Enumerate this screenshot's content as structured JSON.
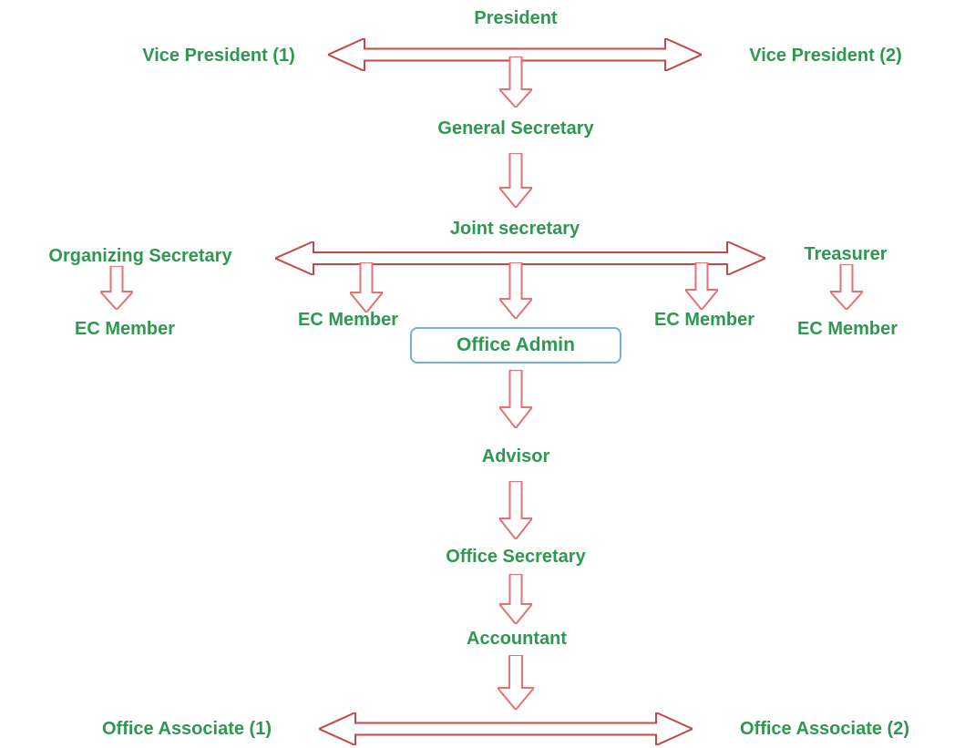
{
  "diagram": {
    "type": "organization-hierarchy-flowchart",
    "nodes": {
      "president": "President",
      "vice_president_1": "Vice President (1)",
      "vice_president_2": "Vice President (2)",
      "general_secretary": "General Secretary",
      "joint_secretary": "Joint secretary",
      "organizing_secretary": "Organizing Secretary",
      "treasurer": "Treasurer",
      "ec_members": [
        "EC Member",
        "EC Member",
        "EC Member",
        "EC Member"
      ],
      "office_admin": "Office Admin",
      "advisor": "Advisor",
      "office_secretary": "Office Secretary",
      "accountant": "Accountant",
      "office_associate_1": "Office Associate (1)",
      "office_associate_2": "Office Associate (2)"
    },
    "edges": [
      "President <-> Vice President (1) & Vice President (2)",
      "President -> General Secretary",
      "General Secretary -> Joint secretary",
      "Joint secretary <-> Organizing Secretary & Treasurer",
      "Organizing Secretary -> EC Member",
      "Joint secretary -> EC Member",
      "Joint secretary -> Office Admin",
      "Joint secretary -> EC Member",
      "Treasurer -> EC Member",
      "Office Admin -> Advisor",
      "Advisor -> Office Secretary",
      "Office Secretary -> Accountant",
      "Accountant <-> Office Associate (1) & Office Associate (2)"
    ],
    "colors": {
      "label_green": "#2E9850",
      "arrow_horizontal_red": "#C64747",
      "arrow_vertical_red": "#E57272",
      "office_box_border_blue": "#74AEE0",
      "background": "#FFFFFF"
    }
  }
}
